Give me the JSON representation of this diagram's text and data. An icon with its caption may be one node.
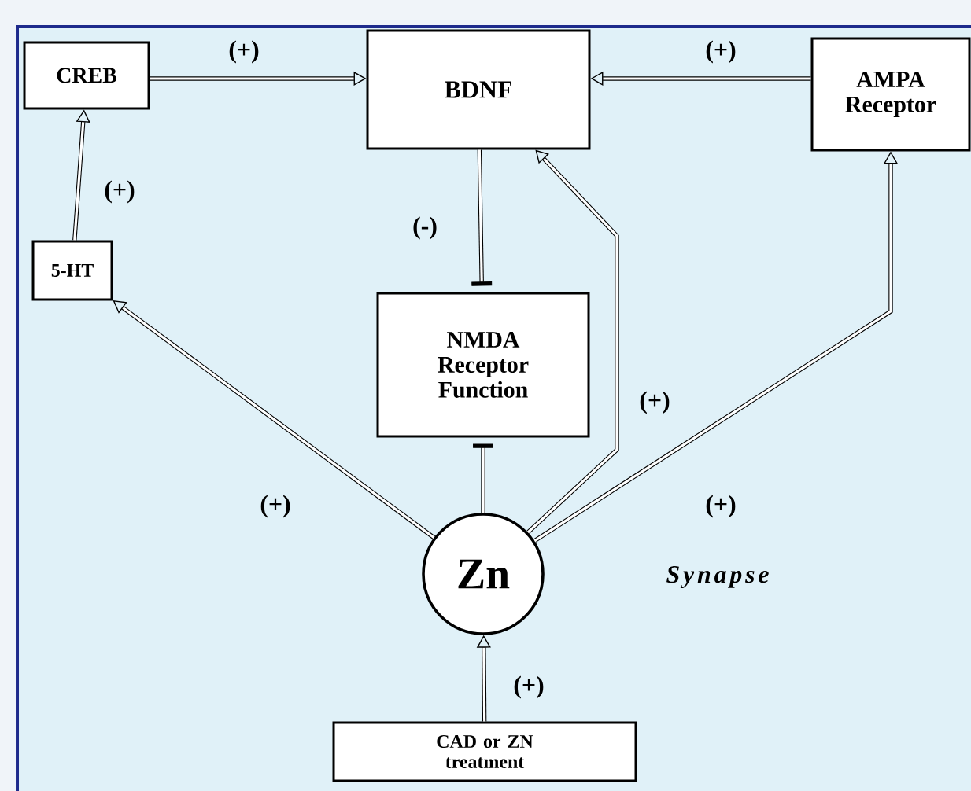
{
  "diagram": {
    "nodes": [
      {
        "text": [
          "CREB"
        ]
      },
      {
        "text": [
          "BDNF"
        ]
      },
      {
        "text": [
          "AMPA Receptor"
        ]
      },
      {
        "text": [
          "5-HT"
        ]
      },
      {
        "text": [
          "NMDA Receptor Function"
        ]
      },
      {
        "text": [
          "Zn"
        ]
      },
      {
        "text": [
          "CAD or ZN treatment"
        ]
      }
    ],
    "edges": [
      {
        "from": 0,
        "to": 1,
        "arrow": "to",
        "label": "(+)"
      },
      {
        "from": 2,
        "to": 1,
        "arrow": "to",
        "label": "(+)"
      },
      {
        "from": 3,
        "to": 0,
        "arrow": "to",
        "label": "(+)"
      },
      {
        "from": 1,
        "to": 4,
        "arrow": "other",
        "label": "(-)"
      },
      {
        "from": 5,
        "to": 4,
        "arrow": "other"
      },
      {
        "from": 5,
        "to": 1,
        "arrow": "to",
        "label": "(+)"
      },
      {
        "from": 5,
        "to": 3,
        "arrow": "to",
        "label": "(+)"
      },
      {
        "from": 5,
        "to": 2,
        "arrow": "to",
        "label": "(+)"
      },
      {
        "from": 6,
        "to": 5,
        "arrow": "to",
        "label": "(+)"
      }
    ],
    "labels": [
      "Synapse"
    ]
  }
}
